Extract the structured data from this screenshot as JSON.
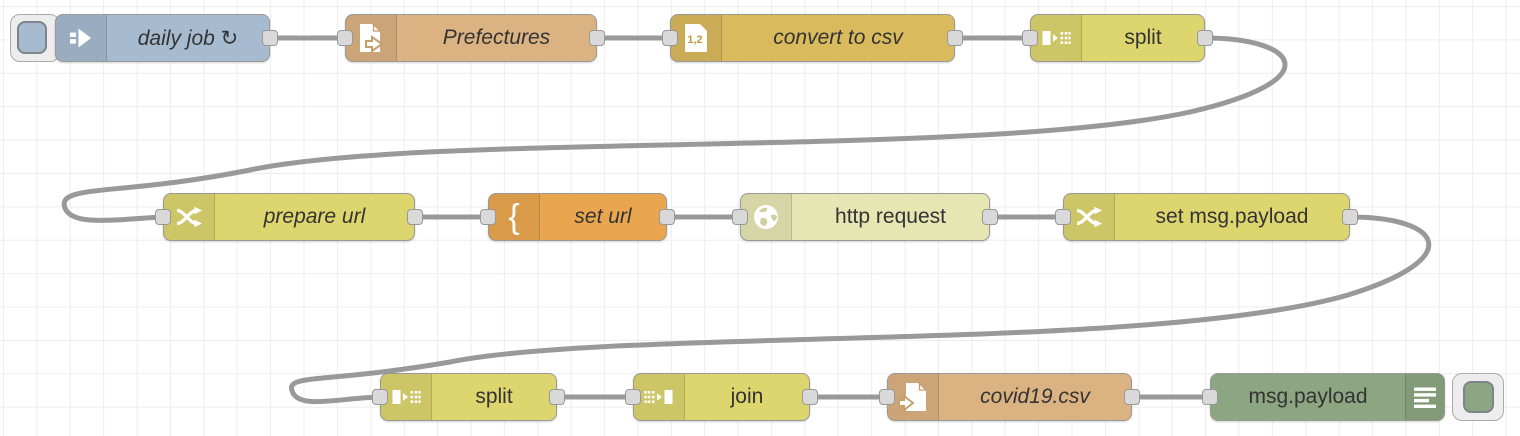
{
  "editor": {
    "kind": "node-red-flow",
    "palette": {
      "inject": "#a6bbcf",
      "file": "#dbb281",
      "csv": "#d9ba5c",
      "split_join_change": "#ddd66f",
      "template": "#eaa64f",
      "http_request": "#e6e6b3",
      "debug": "#8ca682",
      "wire": "#999999",
      "port": "#d9d9d9",
      "grid": "#ededed",
      "canvas": "#ffffff",
      "label": "#333333"
    }
  },
  "nodes": [
    {
      "label": "daily job ↻",
      "type": "inject",
      "icon": "inject-arrow-icon",
      "modified": true,
      "has_button": true
    },
    {
      "label": "Prefectures",
      "type": "file-in",
      "icon": "file-read-icon",
      "modified": true
    },
    {
      "label": "convert to csv",
      "type": "csv",
      "icon": "csv-file-icon",
      "icon_text": "1,2",
      "modified": true
    },
    {
      "label": "split",
      "type": "split",
      "icon": "split-icon",
      "modified": false
    },
    {
      "label": "prepare url",
      "type": "change",
      "icon": "shuffle-icon",
      "modified": true
    },
    {
      "label": "set url",
      "type": "template",
      "icon": "curly-brace-icon",
      "icon_text": "{",
      "modified": true
    },
    {
      "label": "http request",
      "type": "http-request",
      "icon": "globe-icon",
      "modified": false
    },
    {
      "label": "set msg.payload",
      "type": "change",
      "icon": "shuffle-icon",
      "modified": false
    },
    {
      "label": "split",
      "type": "split",
      "icon": "split-icon",
      "modified": false
    },
    {
      "label": "join",
      "type": "join",
      "icon": "join-icon",
      "modified": false
    },
    {
      "label": "covid19.csv",
      "type": "file-out",
      "icon": "file-write-icon",
      "modified": true
    },
    {
      "label": "msg.payload",
      "type": "debug",
      "icon": "debug-lines-icon",
      "modified": false,
      "has_toggle": true
    }
  ],
  "wires": [
    {
      "from": "daily job ↻",
      "to": "Prefectures"
    },
    {
      "from": "Prefectures",
      "to": "convert to csv"
    },
    {
      "from": "convert to csv",
      "to": "split"
    },
    {
      "from": "split",
      "to": "prepare url"
    },
    {
      "from": "prepare url",
      "to": "set url"
    },
    {
      "from": "set url",
      "to": "http request"
    },
    {
      "from": "http request",
      "to": "set msg.payload"
    },
    {
      "from": "set msg.payload",
      "to": "split"
    },
    {
      "from": "split",
      "to": "join"
    },
    {
      "from": "join",
      "to": "covid19.csv"
    },
    {
      "from": "covid19.csv",
      "to": "msg.payload"
    }
  ]
}
